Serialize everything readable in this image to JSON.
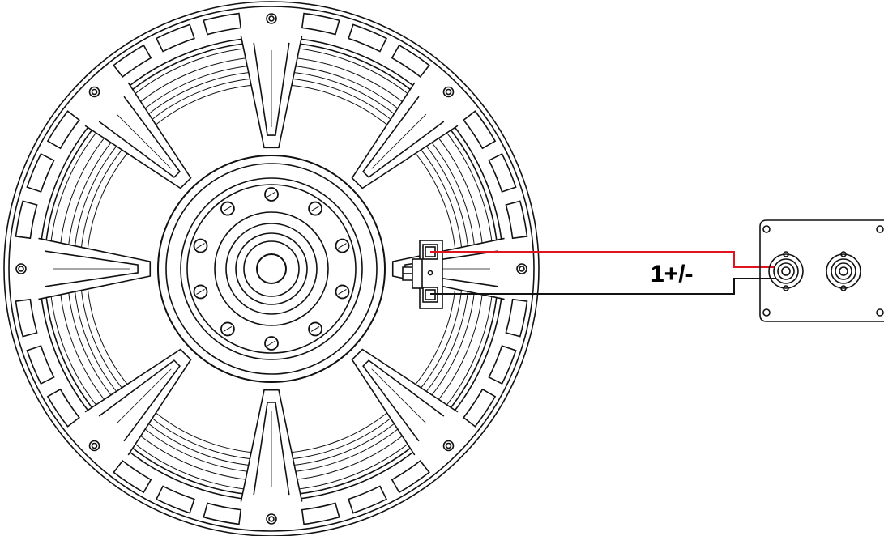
{
  "wiring": {
    "label": "1+/-",
    "positive_color": "#e0141e",
    "negative_color": "#111111"
  },
  "components": {
    "speaker": "loudspeaker-driver-rear-view",
    "panel": "connector-panel",
    "connectors": [
      "speakon-connector",
      "speakon-connector"
    ]
  }
}
